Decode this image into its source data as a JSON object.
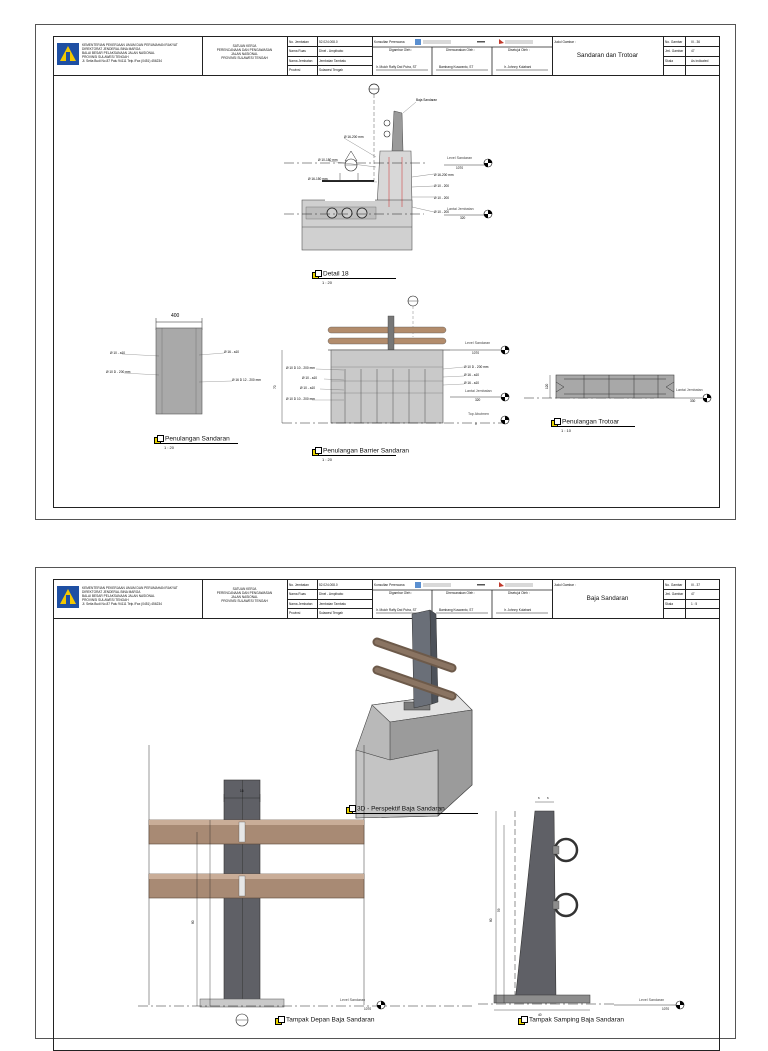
{
  "title_block": {
    "agency_lines": [
      "KEMENTERIAN PEKERJAAN UMUM DAN PERUMAHAN RAKYAT",
      "DIREKTORAT JENDERAL BINA MARGA",
      "BALAI BESAR PELAKSANAAN JALAN NASIONAL",
      "PROVINSI SULAWESI TENGAH",
      "Jl. Setia Budi No.87 Palu 94111 Telp./Fax (0451) 456234"
    ],
    "unit_lines": [
      "SATUAN KERJA",
      "PERENCANAAN DAN PENGAWASAN",
      "JALAN NASIONAL",
      "PROVINSI SULAWESI TENGAH"
    ],
    "field_labels": [
      "No. Jembatan",
      "Nama Ruas",
      "Nama Jembatan",
      "Provinsi"
    ],
    "field_values": [
      "52.024.008.0",
      "Dinel - Ampibabo",
      "Jembatan Tambatu",
      "Sulawesi Tengah"
    ],
    "consultant_label": "Konsultan Perencana",
    "role_labels": [
      "Digambar Oleh :",
      "Direncanakan Oleh :",
      "Disetujui Oleh :"
    ],
    "role_names": [
      "Ir. Muich Rafly Dwi Putra, ST",
      "Bambang Kuswanto, ST",
      "Ir. Johnny Kulabani"
    ],
    "judul_label": "Judul Gambar :",
    "right_labels": [
      "No. Gambar",
      "Jml. Gambar",
      "Skala"
    ]
  },
  "sheet1": {
    "judul": "Sandaran dan Trotoar",
    "right_values": [
      "III - 36",
      "47",
      "As indicated"
    ],
    "detail18": {
      "title": "Detail 18",
      "scale": "1 : 20"
    },
    "penulangan_sandaran": {
      "title": "Penulangan Sandaran",
      "scale": "1 : 20",
      "dim": "400"
    },
    "penulangan_barrier": {
      "title": "Penulangan Barrier Sandaran",
      "scale": "1 : 20"
    },
    "penulangan_trotoar": {
      "title": "Penulangan Trotoar",
      "scale": "1 : 10"
    },
    "levels": {
      "level_sandaran": "Level Sandaran",
      "lantai_jembatan": "Lantai Jembatan",
      "top_abutment": "Top Abutmen",
      "v1070": "1070",
      "v320": "320",
      "v0": "0",
      "v330": "330"
    },
    "baja_label": "Baja Sandaran"
  },
  "sheet2": {
    "judul": "Baja Sandaran",
    "right_values": [
      "III - 37",
      "47",
      "1 : 5"
    ],
    "persp": {
      "title": "3D - Perspektif Baja Sandaran"
    },
    "depan": {
      "title": "Tampak Depan Baja Sandaran"
    },
    "samping": {
      "title": "Tampak Samping Baja Sandaran"
    },
    "level_sandaran": "Level Sandaran",
    "v1070": "1070"
  }
}
